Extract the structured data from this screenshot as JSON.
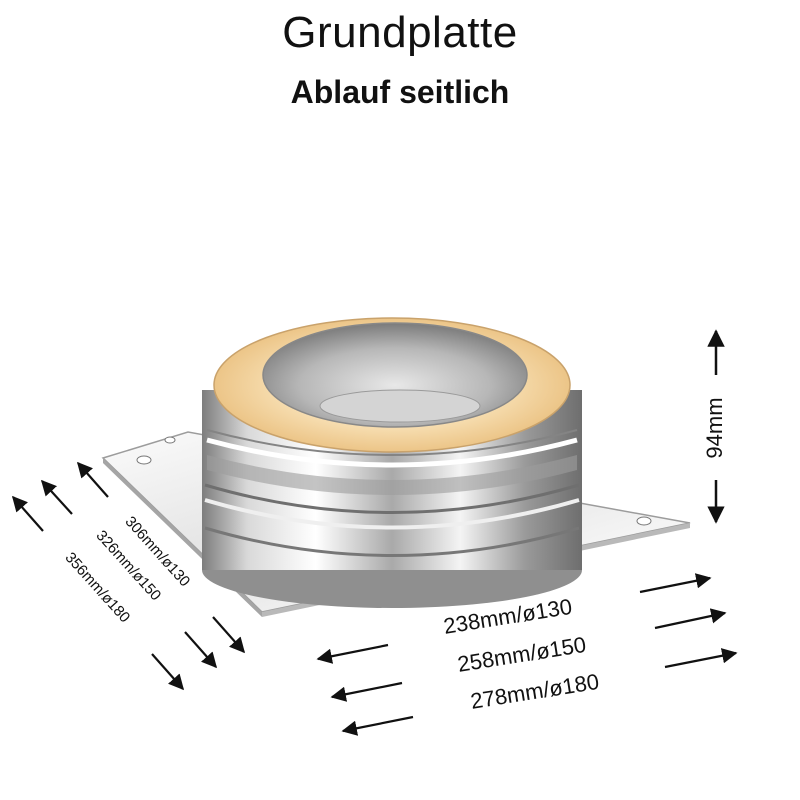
{
  "header": {
    "title": "Grundplatte",
    "subtitle": "Ablauf seitlich"
  },
  "dimensions": {
    "height": "94mm",
    "depth": [
      "306mm/ø130",
      "326mm/ø150",
      "356mm/ø180"
    ],
    "width": [
      "238mm/ø130",
      "258mm/ø150",
      "278mm/ø180"
    ]
  },
  "colors": {
    "steel_light": "#f2f2f2",
    "steel_dark": "#8a8a8a",
    "insulation_ring": "#f1cf98",
    "arrow": "#111111"
  }
}
